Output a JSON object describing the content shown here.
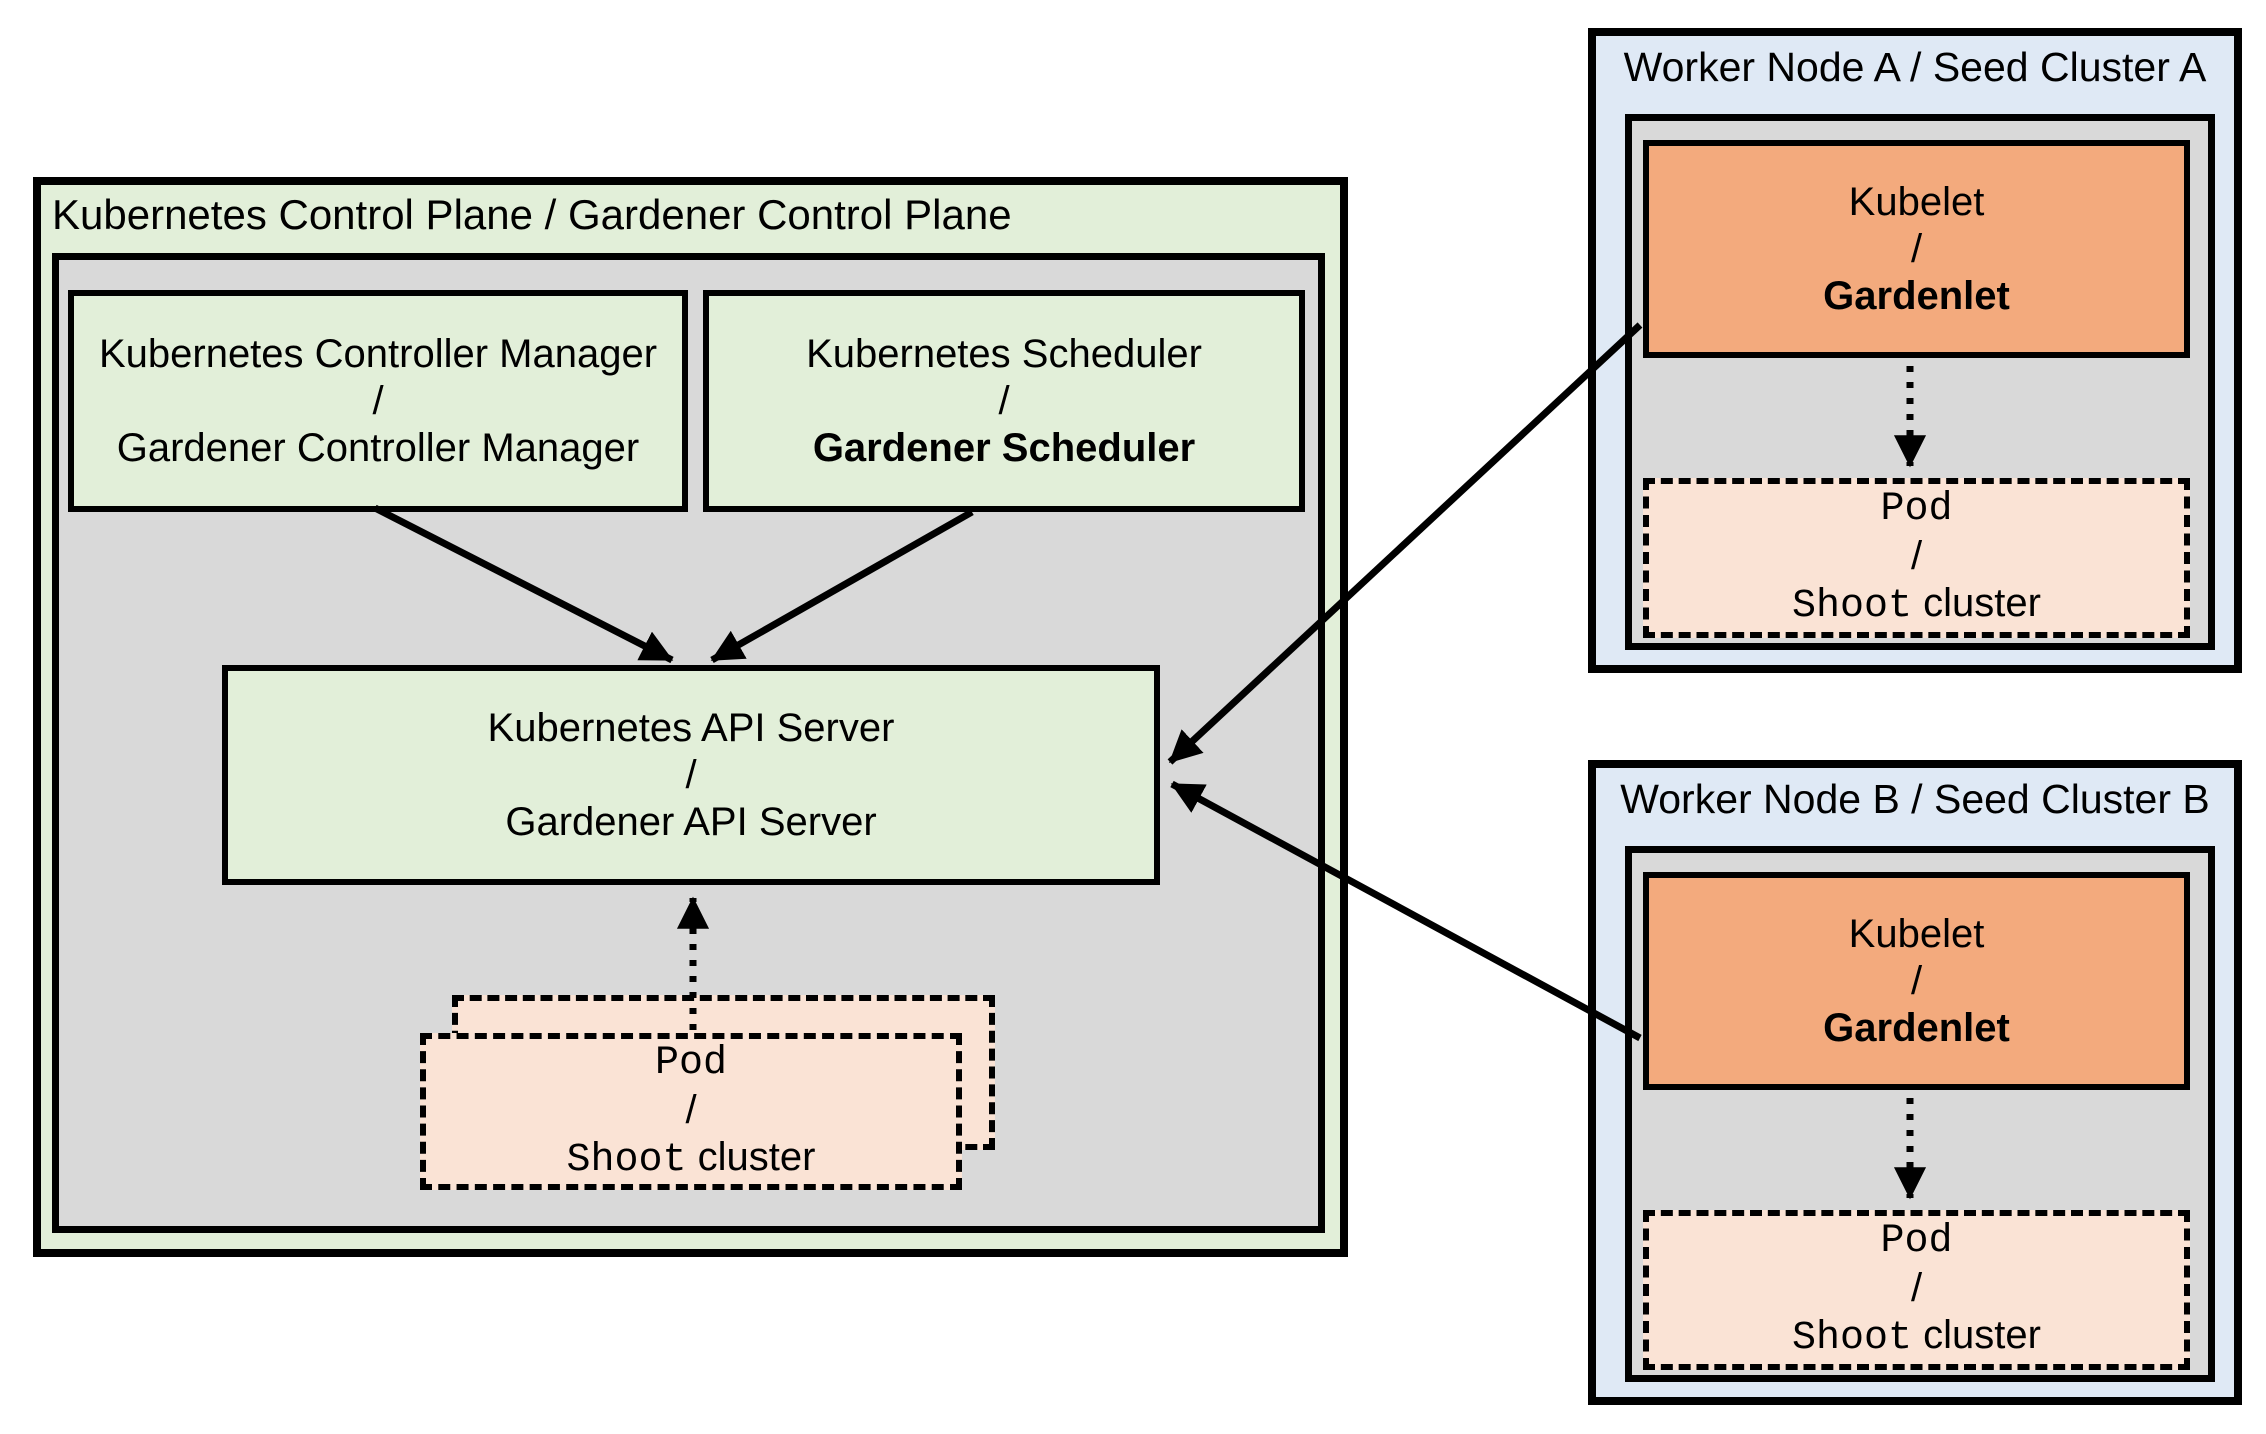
{
  "colors": {
    "green": "#e2efd9",
    "gray": "#d9d9d9",
    "blue": "#dfe9f5",
    "orange": "#f3aa7d",
    "peach": "#fae3d5",
    "line": "#000000"
  },
  "control_plane": {
    "title": "Kubernetes Control Plane / Gardener Control Plane",
    "controller_manager": {
      "line1": "Kubernetes Controller Manager",
      "separator": "/",
      "line2": "Gardener Controller Manager"
    },
    "scheduler": {
      "line1": "Kubernetes Scheduler",
      "separator": "/",
      "line2": "Gardener Scheduler"
    },
    "api_server": {
      "line1": "Kubernetes API Server",
      "separator": "/",
      "line2": "Gardener API Server"
    },
    "pod_stack": {
      "line1": "Pod",
      "separator": "/",
      "line2_mono": "Shoot",
      "line2_plain": "cluster"
    }
  },
  "worker_node_a": {
    "title": "Worker Node A / Seed Cluster A",
    "kubelet": {
      "line1": "Kubelet",
      "separator": "/",
      "line2": "Gardenlet"
    },
    "pod": {
      "line1": "Pod",
      "separator": "/",
      "line2_mono": "Shoot",
      "line2_plain": "cluster"
    }
  },
  "worker_node_b": {
    "title": "Worker Node B / Seed Cluster B",
    "kubelet": {
      "line1": "Kubelet",
      "separator": "/",
      "line2": "Gardenlet"
    },
    "pod": {
      "line1": "Pod",
      "separator": "/",
      "line2_mono": "Shoot",
      "line2_plain": "cluster"
    }
  }
}
